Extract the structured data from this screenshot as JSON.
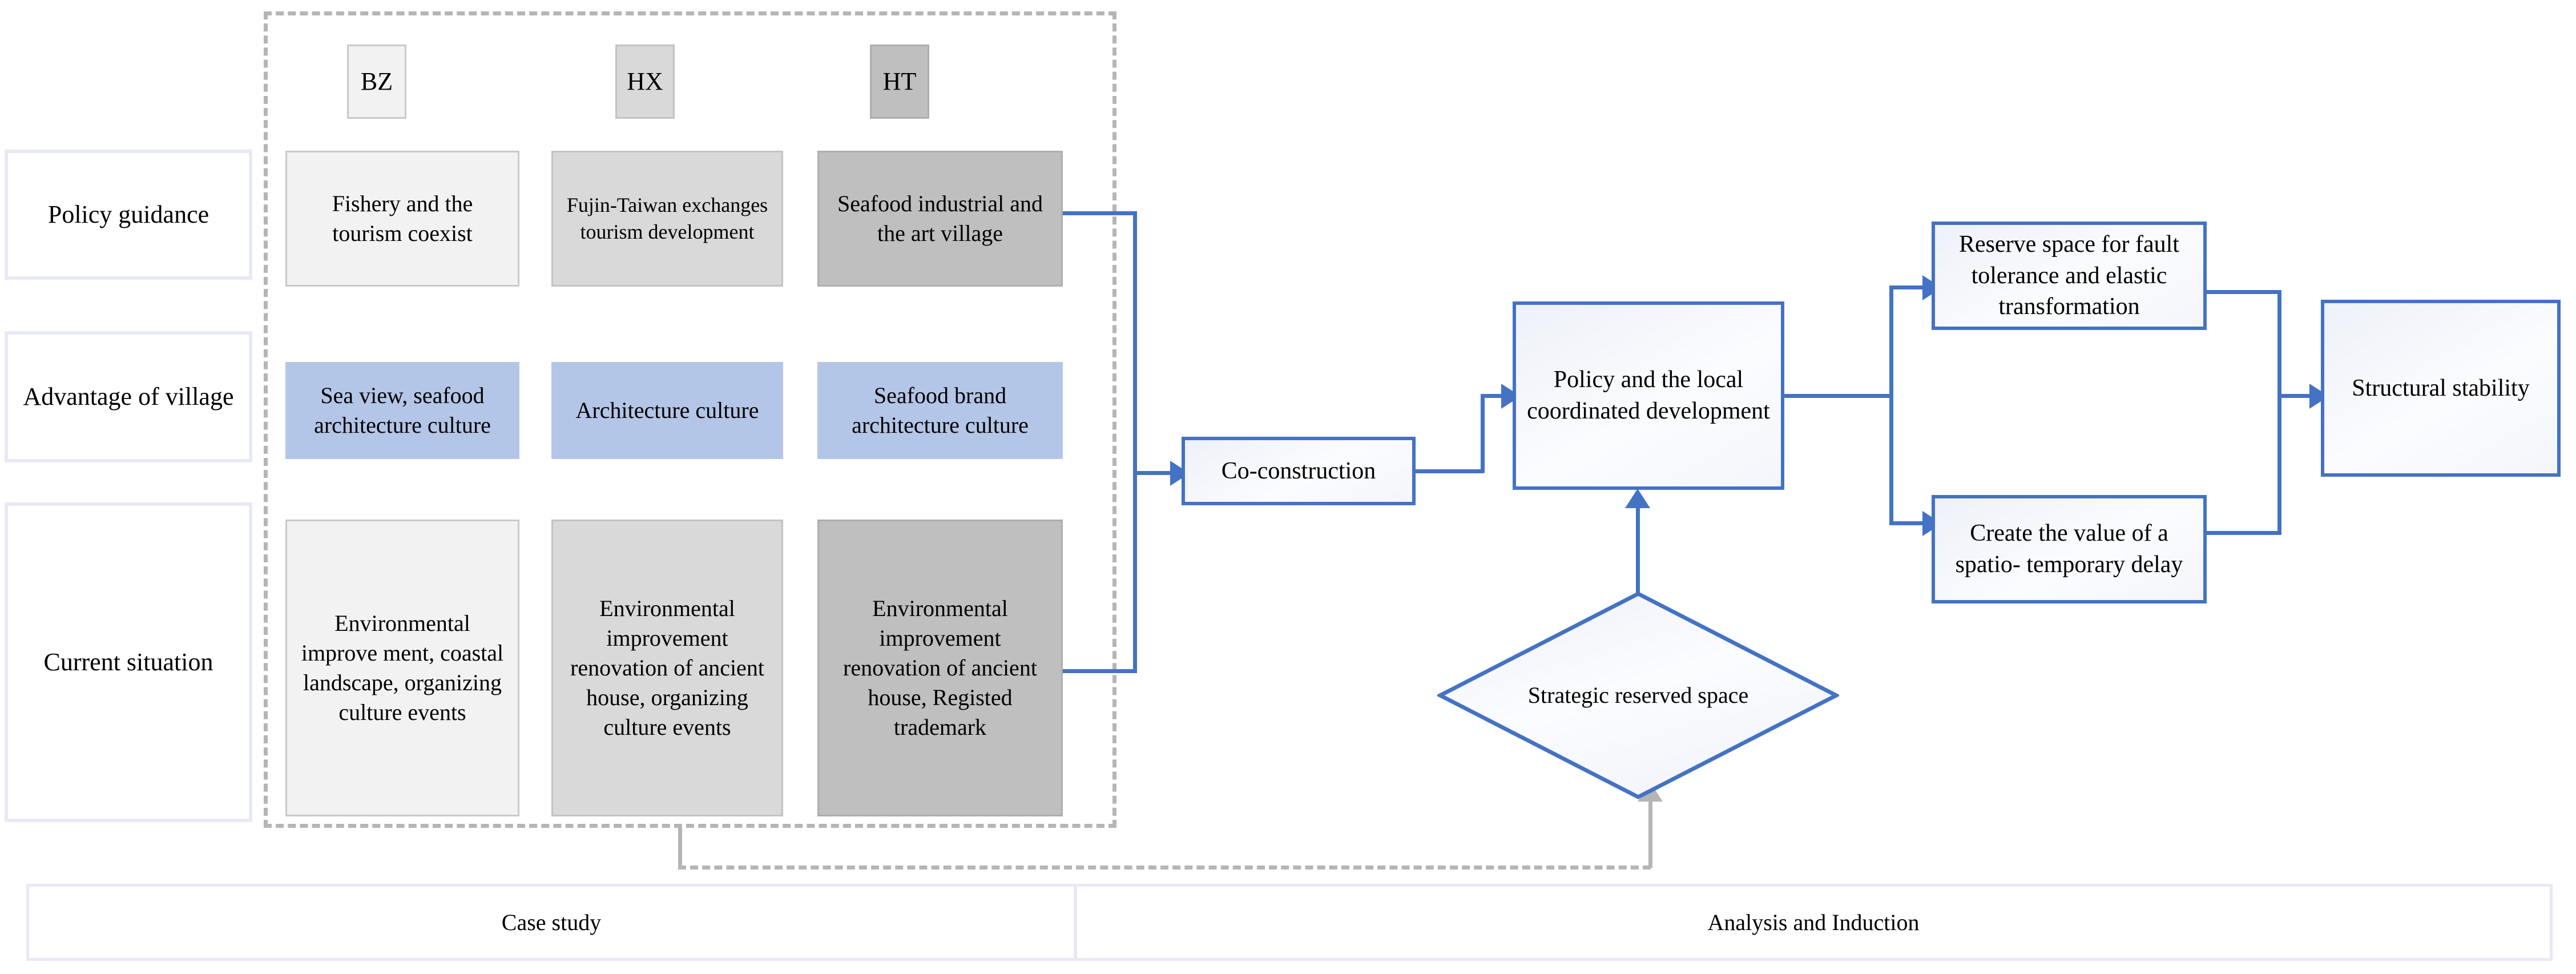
{
  "case_study": {
    "columns": [
      {
        "key": "BZ",
        "label": "BZ"
      },
      {
        "key": "HX",
        "label": "HX"
      },
      {
        "key": "HT",
        "label": "HT"
      }
    ],
    "rows": [
      {
        "label": "Policy guidance",
        "cells": [
          "Fishery and the tourism coexist",
          "Fujin-Taiwan exchanges tourism development",
          "Seafood industrial and the art village"
        ]
      },
      {
        "label": "Advantage of village",
        "cells": [
          "Sea view, seafood architecture culture",
          "Architecture culture",
          "Seafood brand architecture culture"
        ]
      },
      {
        "label": "Current situation",
        "cells": [
          "Environmental improve ment, coastal landscape, organizing culture events",
          "Environmental improvement renovation of ancient house, organizing culture events",
          "Environmental improvement renovation of ancient house, Registed trademark"
        ]
      }
    ]
  },
  "flow": {
    "co_construction": "Co-construction",
    "policy_local": "Policy and the local coordinated development",
    "reserve_space": "Reserve space for fault tolerance and elastic transformation",
    "spatio_delay": "Create the value of a spatio- temporary delay",
    "structural_stability": "Structural stability",
    "strategic_reserved_space": "Strategic reserved space"
  },
  "sections": {
    "left": "Case study",
    "right": "Analysis and Induction"
  },
  "colors": {
    "accent_blue": "#4472C4",
    "cell_blue": "#B4C6E7",
    "gray_light": "#F2F2F2",
    "gray_mid": "#D9D9D9",
    "gray_dark": "#BFBFBF",
    "label_border": "#E7EAF5",
    "dash_gray": "#B5B5B5"
  }
}
